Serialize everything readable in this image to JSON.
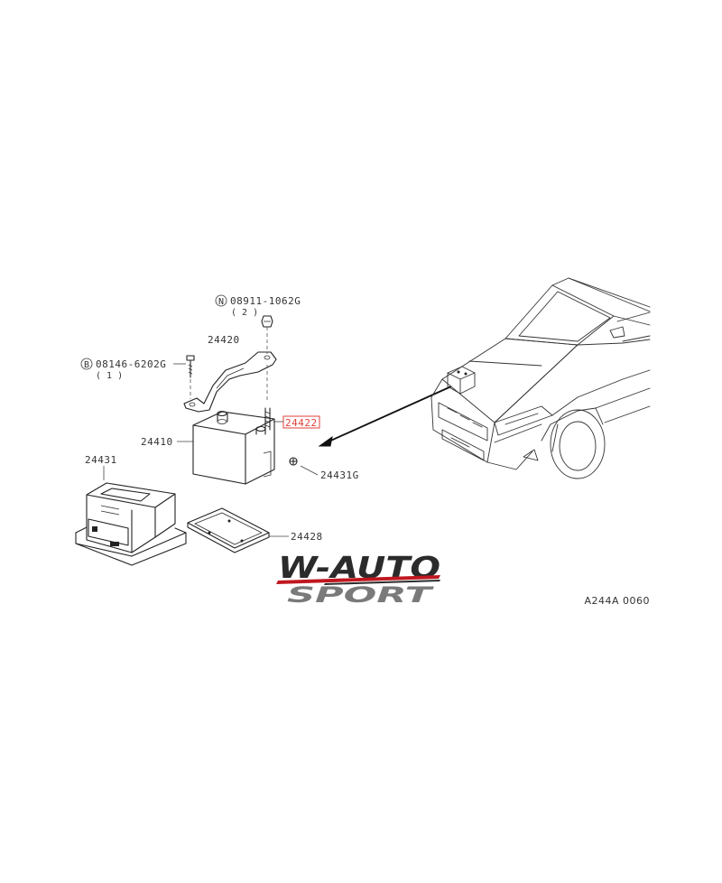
{
  "parts": {
    "nut_sym": "N",
    "nut_no": "08911-1062G",
    "nut_qty": "( 2 )",
    "bolt_sym": "B",
    "bolt_no": "08146-6202G",
    "bolt_qty": "( 1 )",
    "bracket": "24420",
    "rod": "24422",
    "battery": "24410",
    "clip": "24431G",
    "cover": "24431",
    "tray": "24428"
  },
  "diagram_ref": "A244A 0060",
  "logo": {
    "line1": "W-AUTO",
    "line2": "SPORT",
    "colors": {
      "main": "#2b2b2b",
      "accent": "#c0171f",
      "secondary": "#7a7a7a"
    }
  },
  "highlight_color": "#e0413a"
}
